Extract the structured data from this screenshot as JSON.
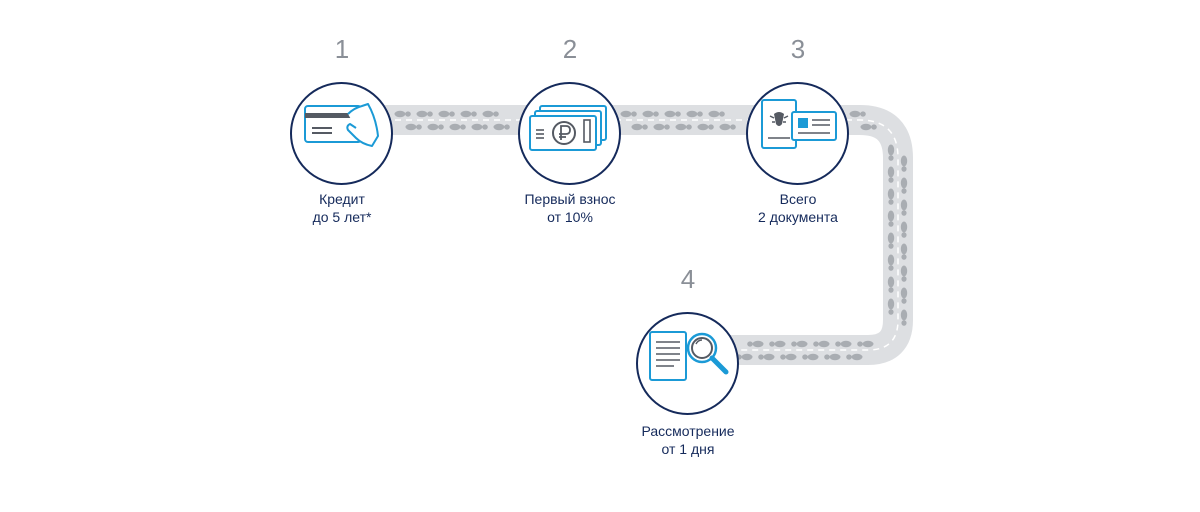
{
  "colors": {
    "circle_border": "#152a5b",
    "icon_accent": "#1b9ad6",
    "path_fill": "#dddfe2",
    "footprint": "#a9adb2",
    "caption_text": "#152a5b",
    "number_text": "#8a8f97"
  },
  "steps": [
    {
      "number": "1",
      "icon": "credit-card-hand-icon",
      "caption_line1": "Кредит",
      "caption_line2": "до 5 лет*"
    },
    {
      "number": "2",
      "icon": "ruble-banknote-icon",
      "caption_line1": "Первый взнос",
      "caption_line2": "от 10%"
    },
    {
      "number": "3",
      "icon": "passport-id-card-icon",
      "caption_line1": "Всего",
      "caption_line2": "2 документа"
    },
    {
      "number": "4",
      "icon": "document-magnifier-icon",
      "caption_line1": "Рассмотрение",
      "caption_line2": "от 1 дня"
    }
  ]
}
